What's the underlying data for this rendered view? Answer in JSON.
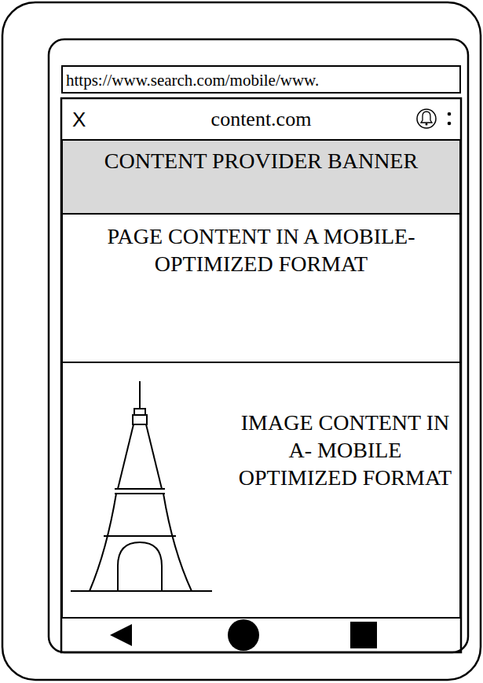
{
  "diagram": {
    "nodes": [
      {
        "text": [
          "https://www.search.com/mobile/www."
        ]
      },
      {
        "text": [
          "X",
          "content.com"
        ]
      },
      {
        "text": [
          "CONTENT PROVIDER BANNER"
        ]
      },
      {
        "text": [
          "PAGE CONTENT IN A MOBILE-OPTIMIZED FORMAT"
        ]
      },
      {
        "text": [
          "IMAGE CONTENT IN A- MOBILE OPTIMIZED FORMAT"
        ]
      }
    ]
  }
}
